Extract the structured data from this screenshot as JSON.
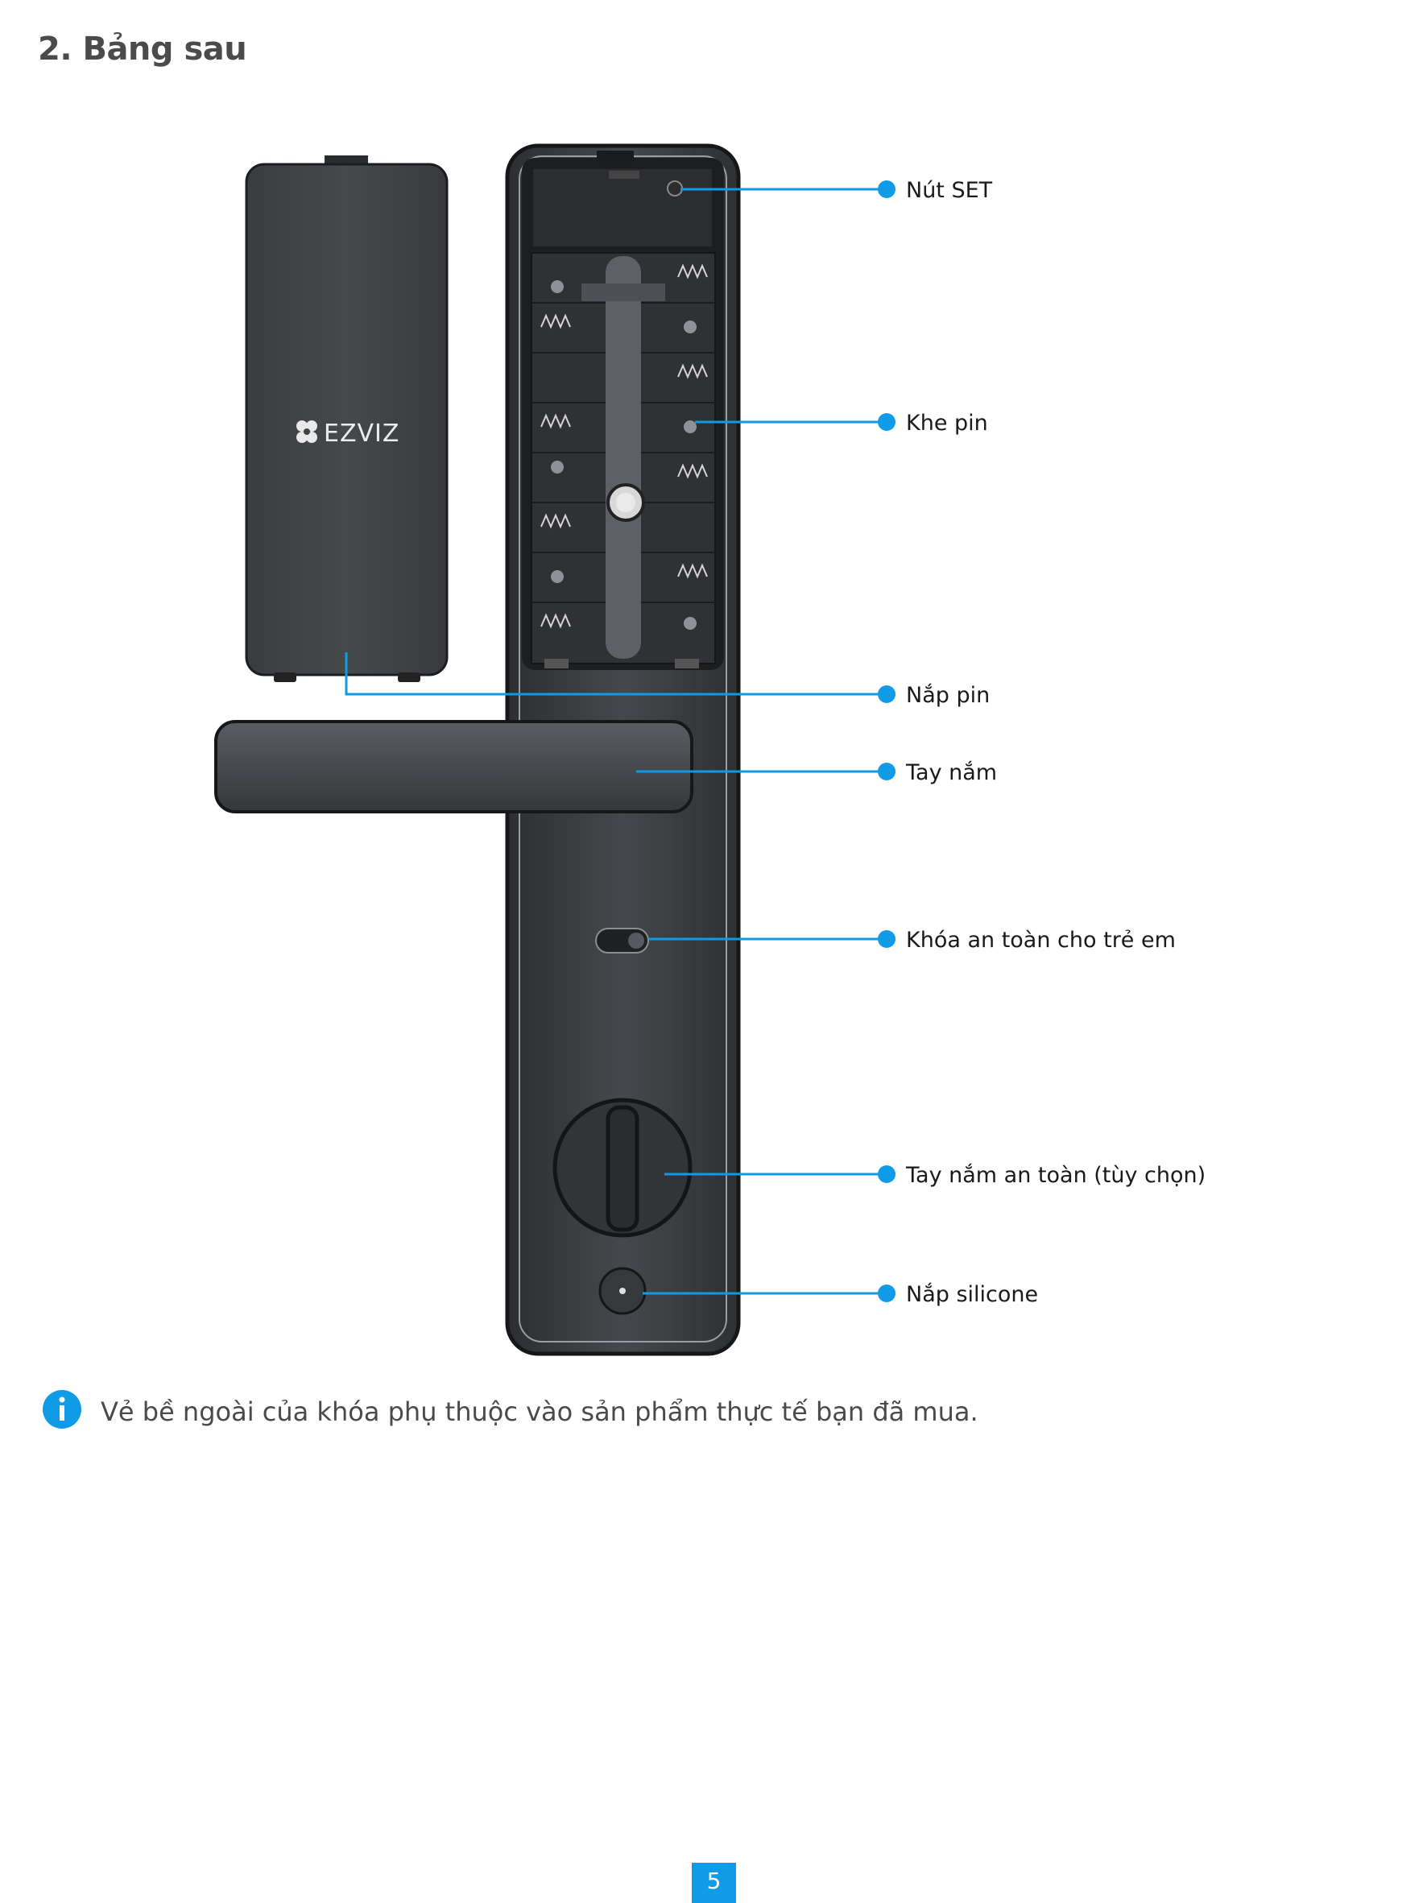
{
  "section": {
    "title": "2. Bảng sau"
  },
  "cover": {
    "brand": "EZVIZ"
  },
  "callouts": [
    {
      "id": "set-button",
      "label": "Nút SET"
    },
    {
      "id": "battery-slot",
      "label": "Khe pin"
    },
    {
      "id": "battery-cover",
      "label": "Nắp pin"
    },
    {
      "id": "handle",
      "label": "Tay nắm"
    },
    {
      "id": "child-lock",
      "label": "Khóa an toàn cho trẻ em"
    },
    {
      "id": "safety-knob",
      "label": "Tay nắm an toàn (tùy chọn)"
    },
    {
      "id": "silicone-cap",
      "label": "Nắp silicone"
    }
  ],
  "note": {
    "icon": "info-icon",
    "text": "Vẻ bề ngoài của khóa phụ thuộc vào sản phẩm thực tế bạn đã mua."
  },
  "footer": {
    "page_number": "5"
  },
  "colors": {
    "accent": "#0f9be5",
    "device_body": "#3a3d41",
    "device_edge": "#1b1c1e"
  }
}
